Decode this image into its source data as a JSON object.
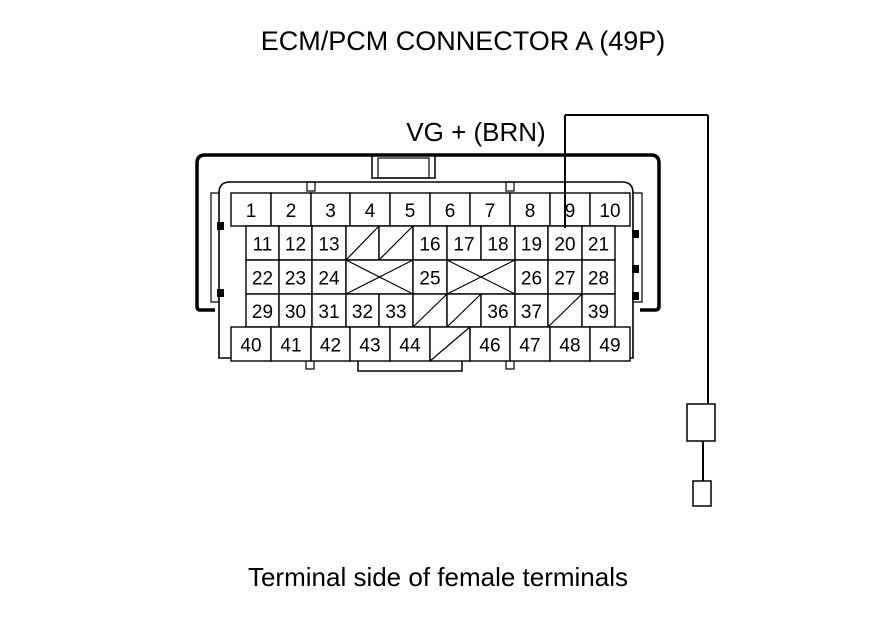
{
  "title": "ECM/PCM CONNECTOR A (49P)",
  "wire_label": "VG +  (BRN)",
  "caption": "Terminal side of female terminals",
  "connector": {
    "rows": [
      [
        "1",
        "2",
        "3",
        "4",
        "5",
        "6",
        "7",
        "8",
        "9",
        "10"
      ],
      [
        "11",
        "12",
        "13",
        "",
        "",
        "16",
        "17",
        "18",
        "19",
        "20",
        "21"
      ],
      [
        "22",
        "23",
        "24",
        "",
        "25",
        "",
        "26",
        "27",
        "28"
      ],
      [
        "29",
        "30",
        "31",
        "32",
        "33",
        "",
        "",
        "36",
        "37",
        "",
        "39"
      ],
      [
        "40",
        "41",
        "42",
        "43",
        "44",
        "",
        "46",
        "47",
        "48",
        "49"
      ]
    ]
  }
}
